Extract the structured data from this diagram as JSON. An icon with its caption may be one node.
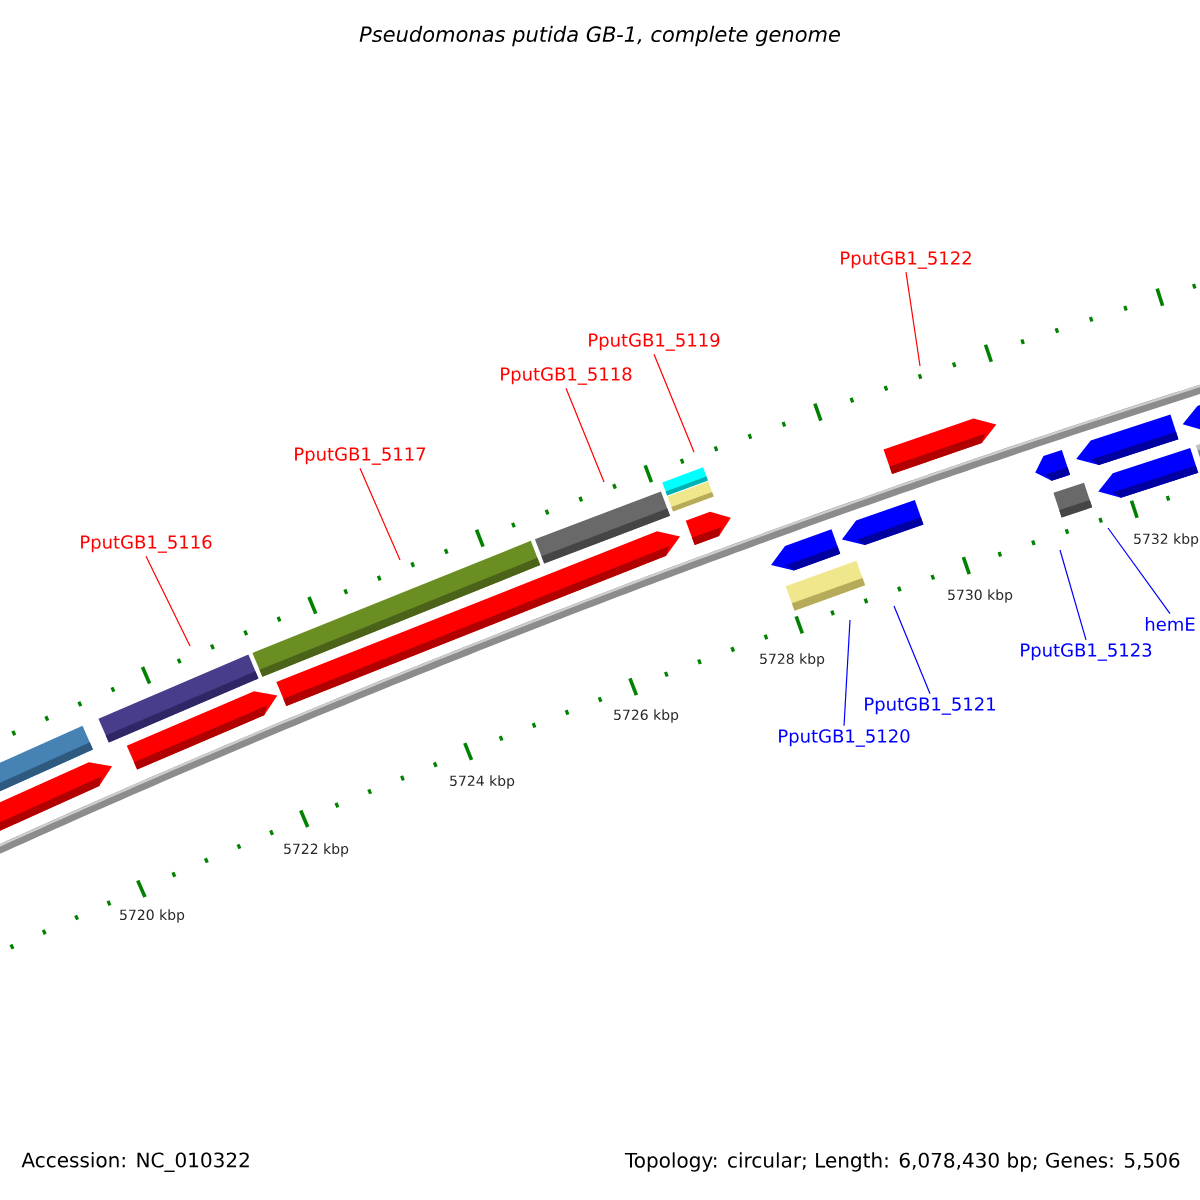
{
  "diagram": {
    "title": "Pseudomonas putida GB-1, complete genome",
    "nodes": [
      {
        "text": [
          "PputGB1_5122"
        ]
      },
      {
        "text": [
          "PputGB1_5119"
        ]
      },
      {
        "text": [
          "PputGB1_5118"
        ]
      },
      {
        "text": [
          "PputGB1_5117"
        ]
      },
      {
        "text": [
          "PputGB1_5116"
        ]
      },
      {
        "text": [
          "hemE"
        ]
      },
      {
        "text": [
          "PputGB1_5123"
        ]
      },
      {
        "text": [
          "PputGB1_5121"
        ]
      },
      {
        "text": [
          "PputGB1_5120"
        ]
      }
    ],
    "edges": [
      {
        "from": 0,
        "to": null,
        "arrow": "none"
      },
      {
        "from": 1,
        "to": null,
        "arrow": "none"
      },
      {
        "from": 2,
        "to": null,
        "arrow": "none"
      },
      {
        "from": 3,
        "to": null,
        "arrow": "none"
      },
      {
        "from": 4,
        "to": null,
        "arrow": "none"
      },
      {
        "from": 5,
        "to": null,
        "arrow": "none",
        "color": "#0000ff"
      },
      {
        "from": 6,
        "to": null,
        "arrow": "none",
        "color": "#0000ff"
      },
      {
        "from": 7,
        "to": null,
        "arrow": "none",
        "color": "#0000ff"
      },
      {
        "from": 8,
        "to": null,
        "arrow": "none",
        "color": "#0000ff"
      }
    ],
    "labels": [
      "5732 kbp",
      "5730 kbp",
      "5728 kbp",
      "5726 kbp",
      "5724 kbp",
      "5722 kbp",
      "5720 kbp",
      "Accession: NC_010322",
      "Topology: circular; Length: 6,078,430 bp; Genes: 5,506"
    ]
  }
}
